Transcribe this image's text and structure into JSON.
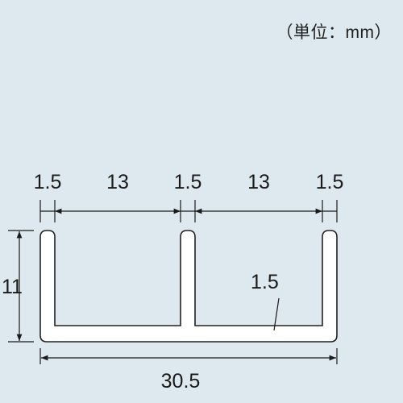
{
  "unit_note": "（単位：mm）",
  "dimensions": {
    "top": [
      "1.5",
      "13",
      "1.5",
      "13",
      "1.5"
    ],
    "height": "11",
    "thickness": "1.5",
    "total_width": "30.5"
  },
  "colors": {
    "background": "#dde8ef",
    "profile_fill": "#ffffff",
    "profile_stroke": "#222222",
    "line": "#1a1a1a"
  }
}
